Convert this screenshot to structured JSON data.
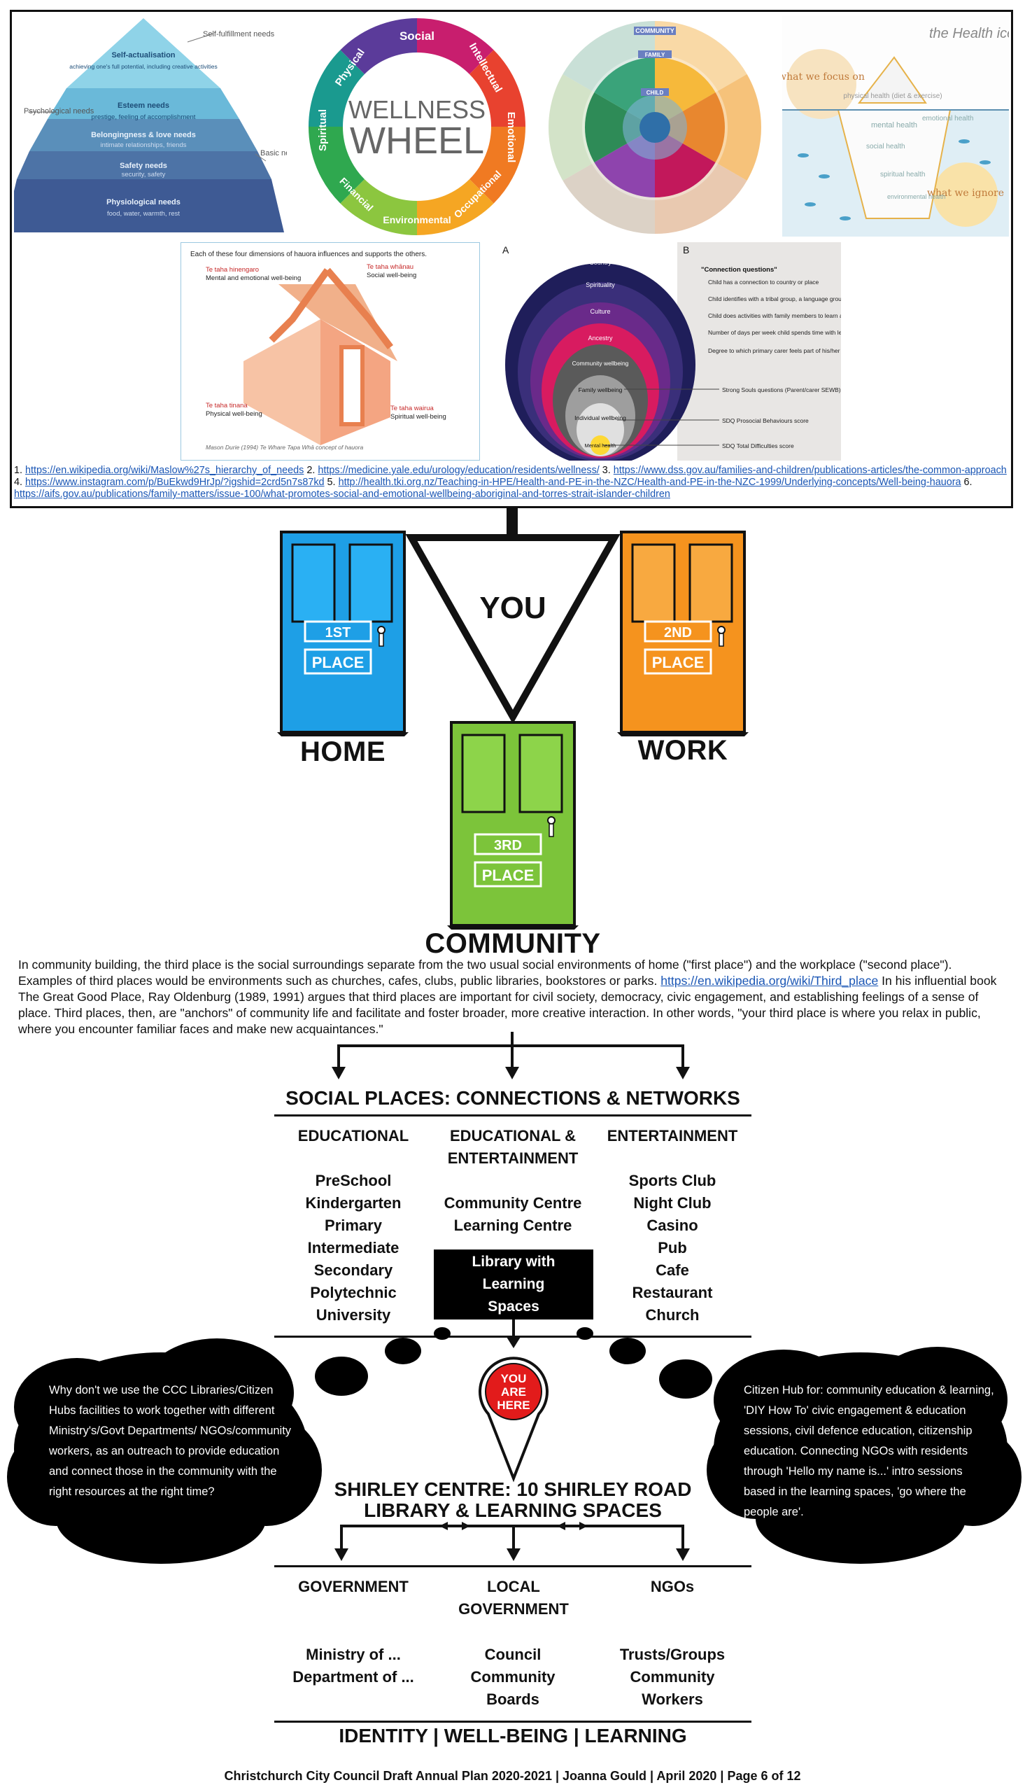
{
  "top_figures": {
    "maslow": {
      "self_fulfillment": "Self-fulfillment needs",
      "psychological": "Psychological needs",
      "basic": "Basic needs",
      "tiers": [
        {
          "title": "Self-actualisation",
          "desc": "achieving one's full potential, including creative activities"
        },
        {
          "title": "Esteem needs",
          "desc": "prestige, feeling of accomplishment"
        },
        {
          "title": "Belongingness & love needs",
          "desc": "intimate relationships, friends"
        },
        {
          "title": "Safety needs",
          "desc": "security, safety"
        },
        {
          "title": "Physiological needs",
          "desc": "food, water, warmth, rest"
        }
      ]
    },
    "wellness_wheel": {
      "center_line1": "WELLNESS",
      "center_line2": "WHEEL",
      "segments": [
        "Social",
        "Intellectual",
        "Emotional",
        "Occupational",
        "Environmental",
        "Financial",
        "Spiritual",
        "Physical"
      ]
    },
    "circle_chart": {
      "labels": [
        "COMMUNITY",
        "FAMILY",
        "CHILD"
      ]
    },
    "health_iceberg": {
      "title": "the Health iceberg",
      "focus": "what we focus on",
      "ignore": "what we ignore",
      "above": "physical health (diet & exercise)",
      "below": [
        "mental health",
        "social health",
        "emotional health",
        "spiritual health",
        "environmental health"
      ]
    },
    "hauora": {
      "caption": "Each of these four dimensions of hauora influences and supports the others.",
      "hinengaro_maori": "Te taha hinengaro",
      "hinengaro_en": "Mental and emotional well-being",
      "whanau_maori": "Te taha whānau",
      "whanau_en": "Social well-being",
      "tinana_maori": "Te taha tinana",
      "tinana_en": "Physical well-being",
      "wairua_maori": "Te taha wairua",
      "wairua_en": "Spiritual well-being",
      "credit": "Mason Durie (1994) Te Whare Tapa Whā concept of hauora"
    },
    "strong_souls": {
      "panel_a": "A",
      "panel_b": "B",
      "rings": [
        "Country",
        "Spirituality",
        "Culture",
        "Ancestry",
        "Community wellbeing",
        "Family wellbeing",
        "Individual wellbeing",
        "Mental health"
      ],
      "questions_title": "\"Connection questions\"",
      "questions": [
        "Child has a connection to country or place",
        "Child identifies with a tribal group, a language group or a clan",
        "Child does activities with family members to learn about culture",
        "Number of days per week child spends time with leaders or elders in community",
        "Degree to which primary carer feels part of his/her local community"
      ],
      "scores": [
        "Strong Souls questions (Parent/carer SEWB)",
        "SDQ Prosocial Behaviours score",
        "SDQ Total Difficulties score"
      ]
    }
  },
  "references": {
    "n1": "1.",
    "l1": "https://en.wikipedia.org/wiki/Maslow%27s_hierarchy_of_needs",
    "n2": "2.",
    "l2": "https://medicine.yale.edu/urology/education/residents/wellness/",
    "n3": "3.",
    "l3": "https://www.dss.gov.au/families-and-children/publications-articles/the-common-approach",
    "n4": "4.",
    "l4": "https://www.instagram.com/p/BuEkwd9HrJp/?igshid=2crd5n7s87kd",
    "n5": "5.",
    "l5": "http://health.tki.org.nz/Teaching-in-HPE/Health-and-PE-in-the-NZC/Health-and-PE-in-the-NZC-1999/Underlying-concepts/Well-being-hauora",
    "n6": "6.",
    "l6": "https://aifs.gov.au/publications/family-matters/issue-100/what-promotes-social-and-emotional-wellbeing-aboriginal-and-torres-strait-islander-children"
  },
  "doors": {
    "you": "YOU",
    "home": {
      "line1": "1ST",
      "line2": "PLACE",
      "caption": "HOME",
      "color": "#1e9fe6"
    },
    "work": {
      "line1": "2ND",
      "line2": "PLACE",
      "caption": "WORK",
      "color": "#f5931e"
    },
    "community": {
      "line1": "3RD",
      "line2": "PLACE",
      "caption": "COMMUNITY",
      "color": "#7cc43a"
    }
  },
  "paragraph": {
    "p1": "In community building, the third place is the social surroundings separate from the two usual social environments of home (\"first place\") and the workplace (\"second place\"). Examples of third places would be environments such as churches, cafes, clubs, public libraries, bookstores or parks.",
    "link": "https://en.wikipedia.org/wiki/Third_place",
    "p2": "In his influential book The Great Good Place, Ray Oldenburg (1989, 1991) argues that third places are important for civil society, democracy, civic engagement, and establishing feelings of a sense of place. Third places, then, are \"anchors\" of community life and facilitate and foster broader, more creative interaction. In other words, \"your third place is where you relax in public, where you encounter familiar faces and make new acquaintances.\""
  },
  "social_places": {
    "title": "SOCIAL PLACES: CONNECTIONS & NETWORKS",
    "col1_head": "EDUCATIONAL",
    "col2_head": "EDUCATIONAL & ENTERTAINMENT",
    "col3_head": "ENTERTAINMENT",
    "col1": [
      "PreSchool",
      "Kindergarten",
      "Primary",
      "Intermediate",
      "Secondary",
      "Polytechnic",
      "University"
    ],
    "col2": [
      "Community Centre",
      "Learning Centre"
    ],
    "col3": [
      "Sports Club",
      "Night Club",
      "Casino",
      "Pub",
      "Cafe",
      "Restaurant",
      "Church"
    ],
    "library_box": "Library with Learning Spaces"
  },
  "pin": {
    "line1": "YOU",
    "line2": "ARE",
    "line3": "HERE"
  },
  "clouds": {
    "left": "Why don't we use the CCC Libraries/Citizen Hubs facilities to work together with different Ministry's/Govt Departments/ NGOs/community workers, as an outreach to provide education and connect those in the community with the right resources at the right time?",
    "right": "Citizen Hub for: community education & learning, 'DIY How To' civic engagement & education sessions, civil defence education, citizenship education. Connecting NGOs with residents through 'Hello my name is...' intro sessions based in the learning spaces, 'go where the people are'."
  },
  "shirley": {
    "line1": "SHIRLEY  CENTRE: 10 SHIRLEY ROAD",
    "line2": "LIBRARY & LEARNING SPACES"
  },
  "government": {
    "col1_head": "GOVERNMENT",
    "col2_head": "LOCAL GOVERNMENT",
    "col3_head": "NGOs",
    "col1": [
      "Ministry of ...",
      "Department of ..."
    ],
    "col2": [
      "Council",
      "Community",
      "Boards"
    ],
    "col3": [
      "Trusts/Groups",
      "Community",
      "Workers"
    ]
  },
  "tagline": "IDENTITY | WELL-BEING | LEARNING",
  "footer": "Christchurch City Council Draft Annual Plan 2020-2021 | Joanna Gould | April 2020 | Page 6 of 12"
}
